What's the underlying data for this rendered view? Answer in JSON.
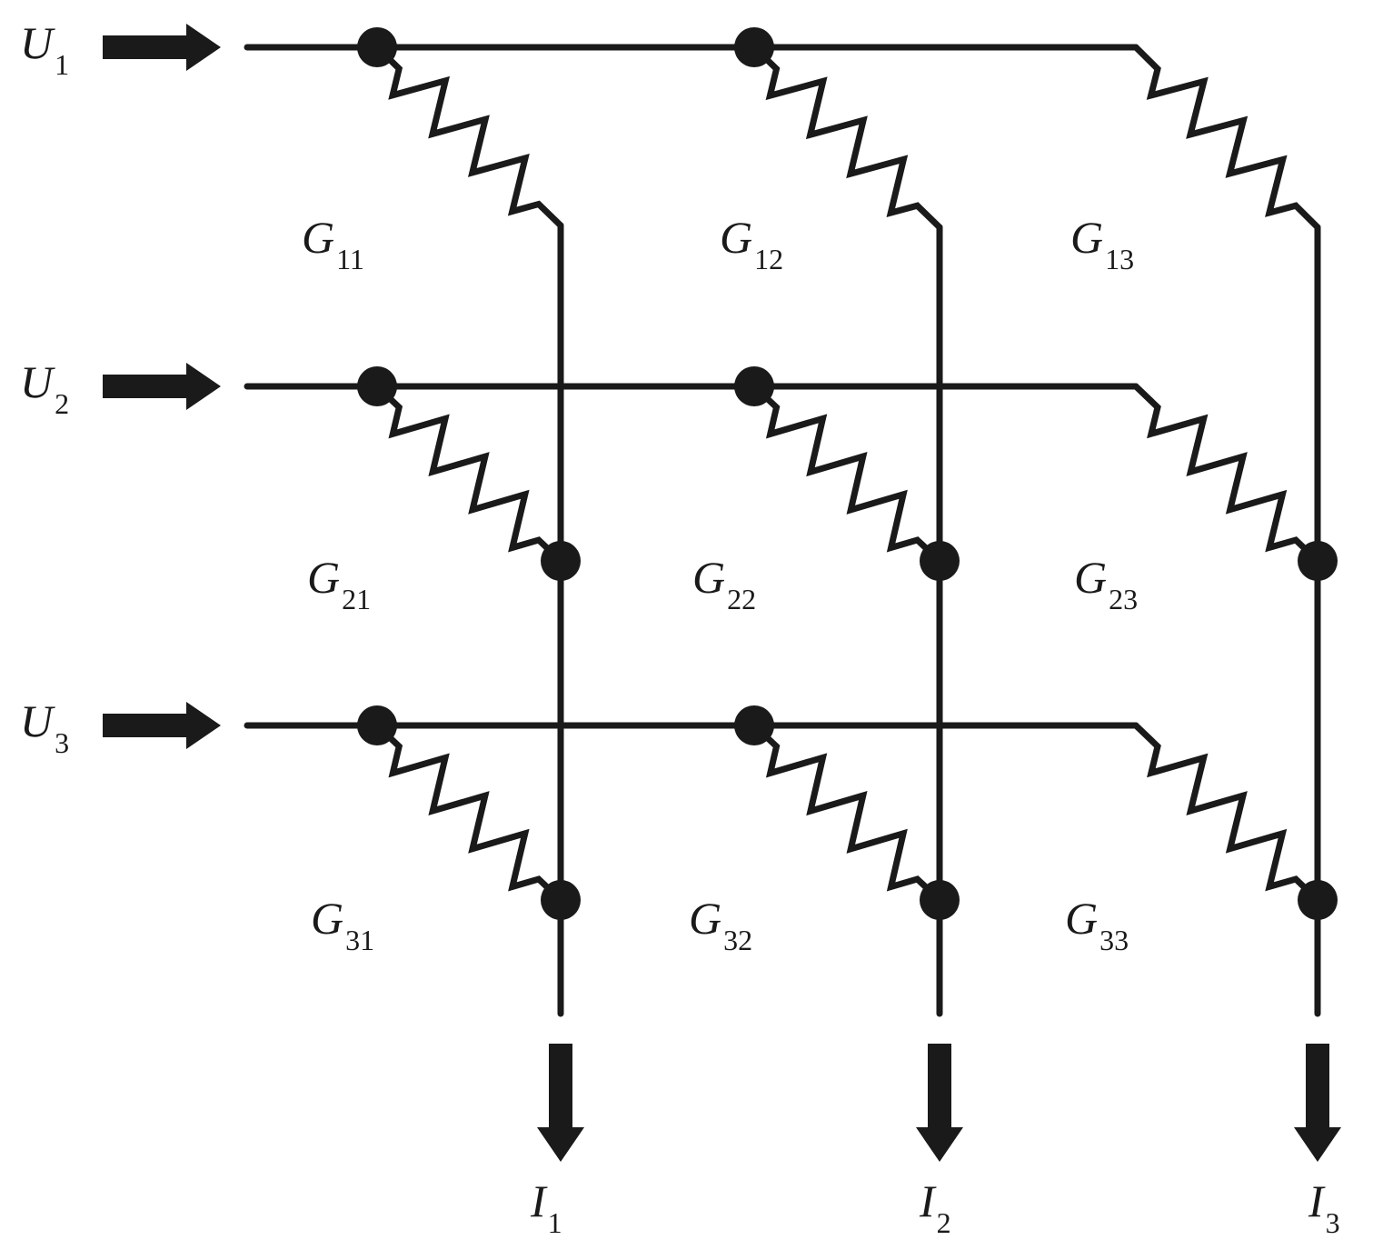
{
  "inputs": [
    {
      "letter": "U",
      "sub": "1"
    },
    {
      "letter": "U",
      "sub": "2"
    },
    {
      "letter": "U",
      "sub": "3"
    }
  ],
  "outputs": [
    {
      "letter": "I",
      "sub": "1"
    },
    {
      "letter": "I",
      "sub": "2"
    },
    {
      "letter": "I",
      "sub": "3"
    }
  ],
  "conductances": [
    [
      {
        "letter": "G",
        "sub": "11"
      },
      {
        "letter": "G",
        "sub": "12"
      },
      {
        "letter": "G",
        "sub": "13"
      }
    ],
    [
      {
        "letter": "G",
        "sub": "21"
      },
      {
        "letter": "G",
        "sub": "22"
      },
      {
        "letter": "G",
        "sub": "23"
      }
    ],
    [
      {
        "letter": "G",
        "sub": "31"
      },
      {
        "letter": "G",
        "sub": "32"
      },
      {
        "letter": "G",
        "sub": "33"
      }
    ]
  ],
  "colors": {
    "ink": "#1a1a1a",
    "background": "#ffffff"
  }
}
